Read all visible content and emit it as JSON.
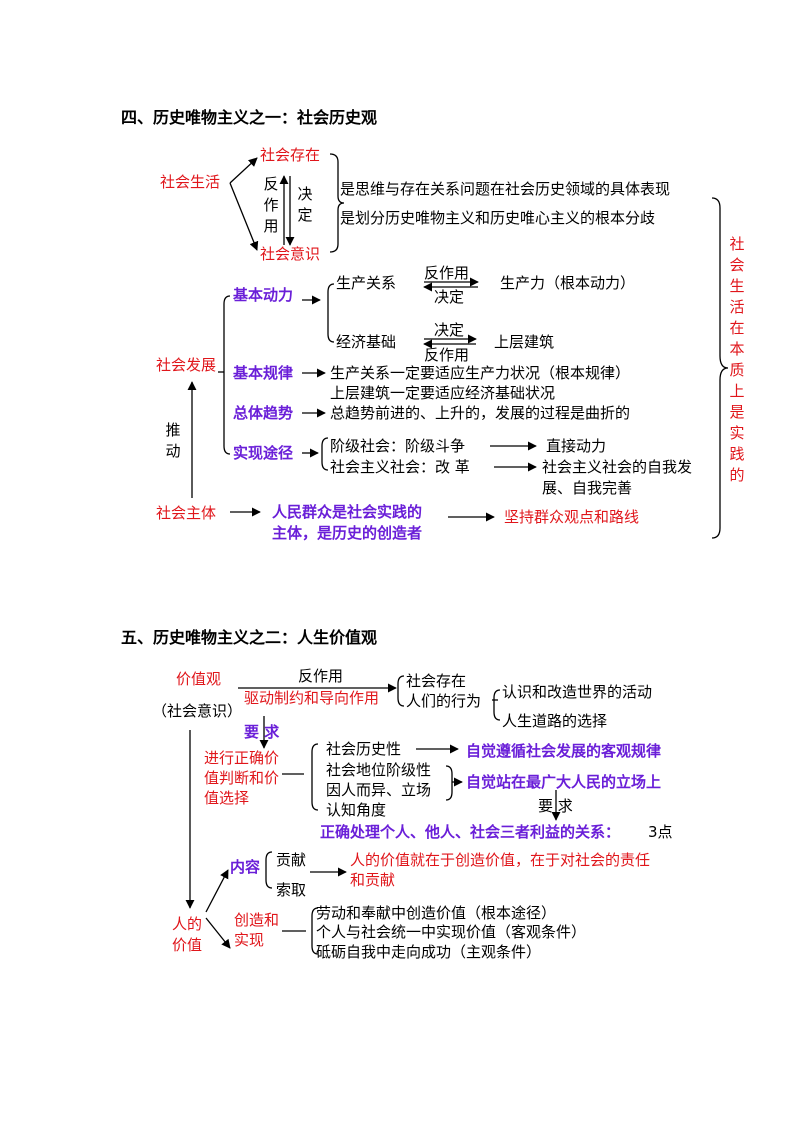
{
  "section4": {
    "heading": "四、历史唯物主义之一：社会历史观",
    "social_life": "社会生活",
    "social_existence": "社会存在",
    "reaction": "反作用",
    "determine": "决定",
    "social_consciousness": "社会意识",
    "expression": "是思维与存在关系问题在社会历史领域的具体表现",
    "boundary": "是划分历史唯物主义和历史唯心主义的根本分歧",
    "social_development": "社会发展",
    "push": "推动",
    "basic_power": "基本动力",
    "production_relations": "生产关系",
    "reaction2": "反作用",
    "determine2": "决定",
    "productive_forces": "生产力（根本动力）",
    "economic_base": "经济基础",
    "determine3": "决定",
    "reaction3": "反作用",
    "superstructure": "上层建筑",
    "basic_law": "基本规律",
    "law_line1": "生产关系一定要适应生产力状况（根本规律）",
    "law_line2": "上层建筑一定要适应经济基础状况",
    "general_trend": "总体趋势",
    "trend_text": "总趋势前进的、上升的，发展的过程是曲折的",
    "path": "实现途径",
    "class_society": "阶级社会：阶级斗争",
    "direct_power": "直接动力",
    "socialist_society": "社会主义社会：改  革",
    "self_dev_1": "社会主义社会的自我发",
    "self_dev_2": "展、自我完善",
    "social_subject": "社会主体",
    "masses_1": "人民群众是社会实践的",
    "masses_2": "主体，是历史的创造者",
    "mass_line": "坚持群众观点和路线",
    "side_note": "社会生活在本质上是实践的"
  },
  "section5": {
    "heading": "五、历史唯物主义之二：人生价值观",
    "values": "价值观",
    "values_sub": "（社会意识）",
    "reaction": "反作用",
    "drive": "驱动制约和导向作用",
    "social_existence": "社会存在",
    "human_behavior": "人们的行为",
    "know_transform": "认识和改造世界的活动",
    "life_path": "人生道路的选择",
    "require": "要 求",
    "judge_1": "进行正确价",
    "judge_2": "值判断和价",
    "judge_3": "值选择",
    "social_history": "社会历史性",
    "follow_law": "自觉遵循社会发展的客观规律",
    "social_status": "社会地位阶级性",
    "varies": "因人而异、立场",
    "cognition": "认知角度",
    "stand_people": "自觉站在最广大人民的立场上",
    "require2": "要 求",
    "handle_relations": "正确处理个人、他人、社会三者利益的关系：",
    "three_points": "3点",
    "content": "内容",
    "contribute": "贡献",
    "take": "索取",
    "value_lies_1": "人的价值就在于创造价值，在于对社会的责任",
    "value_lies_2": "和贡献",
    "human_value_1": "人的",
    "human_value_2": "价值",
    "create_1": "创造和",
    "create_2": "实现",
    "way1": "劳动和奉献中创造价值（根本途径）",
    "way2": "个人与社会统一中实现价值（客观条件）",
    "way3": "砥砺自我中走向成功（主观条件）"
  }
}
